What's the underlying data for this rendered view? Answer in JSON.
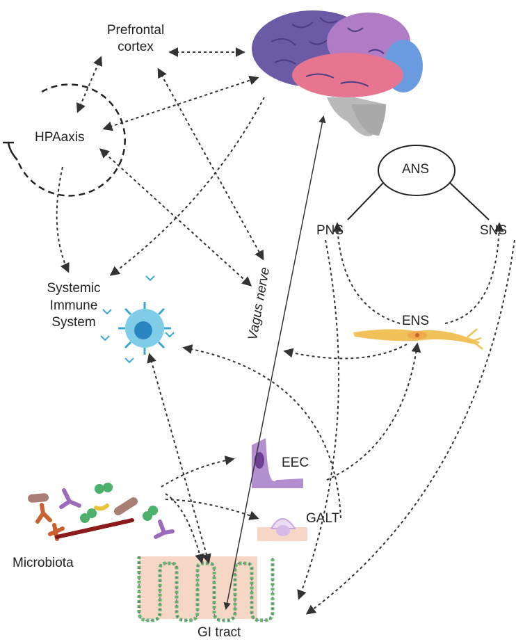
{
  "labels": {
    "prefrontal_line1": "Prefrontal",
    "prefrontal_line2": "cortex",
    "hpa": "HPAaxis",
    "immune_line1": "Systemic",
    "immune_line2": "Immune",
    "immune_line3": "System",
    "vagus": "Vagus nerve",
    "ans": "ANS",
    "pns": "PNS",
    "sns": "SNS",
    "ens": "ENS",
    "eec": "EEC",
    "galt": "GALT",
    "microbiota": "Microbiota",
    "gi_tract": "GI tract"
  },
  "colors": {
    "brain_frontal": "#6b5aa6",
    "brain_parietal": "#b07cc6",
    "brain_temporal": "#e8758f",
    "brain_occipital": "#6a9be0",
    "brain_stem": "#b9b9b9",
    "immune_cell": "#39a7d6",
    "eec_cell": "#9c6bbb",
    "neuron": "#f2c25a",
    "gut_villi": "#f6d6c4",
    "arrow": "#333333"
  }
}
